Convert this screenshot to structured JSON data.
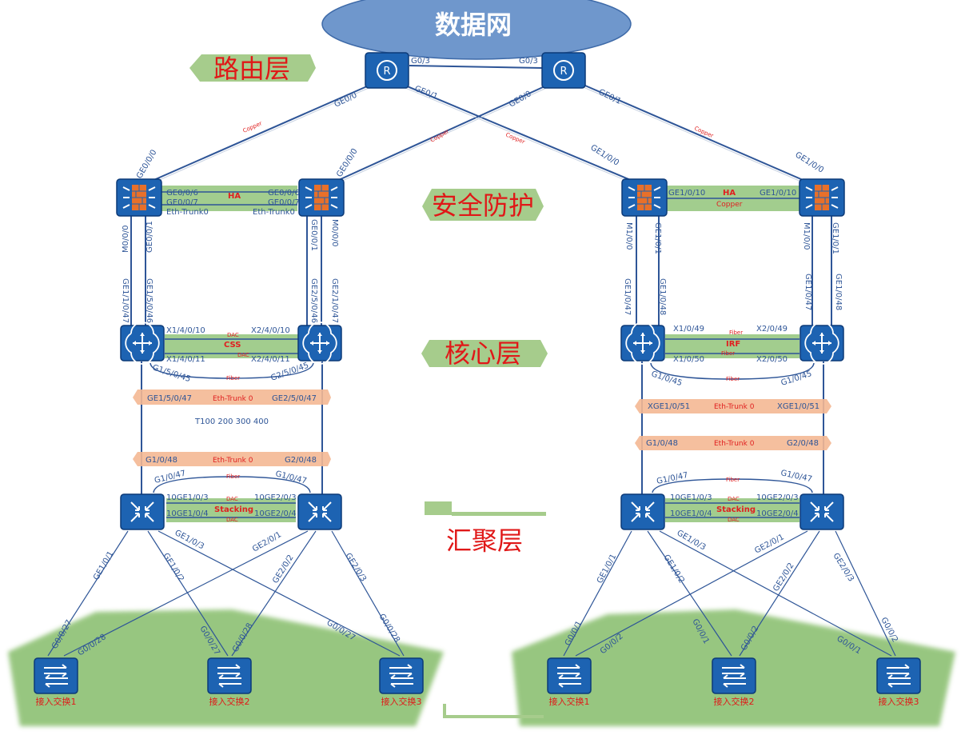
{
  "title": "数据网",
  "layers": {
    "routing": "路由层",
    "security": "安全防护",
    "core": "核心层",
    "aggregation": "汇聚层"
  },
  "colors": {
    "cloud": "#6f97cc",
    "device": "#1d63b2",
    "device_border": "#0c3a78",
    "link": "#2e5597",
    "band_green": "#92c47a",
    "band_orange": "#f4b894",
    "zone_green": "#86bd6a",
    "red": "#e02020",
    "firewall": "#e8702a"
  },
  "routers": {
    "left": {
      "p1": "G0/3",
      "p2": "GE0/0",
      "p3": "GE0/1"
    },
    "right": {
      "p1": "G0/3",
      "p2": "GE0/0",
      "p3": "GE0/1"
    }
  },
  "cable": {
    "copper": "Copper",
    "fiber": "Fiber",
    "dac": "DAC"
  },
  "left": {
    "fw": {
      "up_l": "GE0/0/0",
      "up_r": "GE0/0/0",
      "ha_tl": "GE0/0/6",
      "ha_tr": "GE0/0/6",
      "ha_bl": "GE0/0/7",
      "ha_br": "GE0/0/7",
      "ha_label": "HA",
      "trunk_l": "Eth-Trunk0",
      "trunk_r": "Eth-Trunk0",
      "down_l1": "M0/0/0",
      "down_l2": "GE0/0/1",
      "down_r1": "GE0/0/1",
      "down_r2": "M0/0/0"
    },
    "core": {
      "up_l1": "GE1/1/0/47",
      "up_l2": "GE1/5/0/46",
      "up_r1": "GE2/5/0/46",
      "up_r2": "GE2/1/0/47",
      "ct_l": "X1/4/0/10",
      "ct_r": "X2/4/0/10",
      "cb_l": "X1/4/0/11",
      "cb_r": "X2/4/0/11",
      "css": "CSS",
      "g_l": "G1/5/0/45",
      "g_r": "G2/5/0/45",
      "band1_l": "GE1/5/0/47",
      "band1_m": "Eth-Trunk 0",
      "band1_r": "GE2/5/0/47",
      "vlans": "T100 200 300 400",
      "band2_l": "G1/0/48",
      "band2_m": "Eth-Trunk 0",
      "band2_r": "G2/0/48"
    },
    "agg": {
      "g_l": "G1/0/47",
      "g_r": "G1/0/47",
      "t_l": "10GE1/0/3",
      "t_r": "10GE2/0/3",
      "b_l": "10GE1/0/4",
      "b_r": "10GE2/0/4",
      "stacking": "Stacking",
      "d1": "GE1/0/1",
      "d2": "GE1/0/2",
      "d3": "GE1/0/3",
      "d4": "GE2/0/1",
      "d5": "GE2/0/2",
      "d6": "GE2/0/3"
    },
    "access": {
      "a1_p1": "G0/0/27",
      "a1_p2": "G0/0/28",
      "a2_p1": "G0/0/27",
      "a2_p2": "G0/0/28",
      "a3_p1": "G0/0/27",
      "a3_p2": "G0/0/28",
      "names": [
        "接入交换1",
        "接入交换2",
        "接入交换3"
      ]
    }
  },
  "right": {
    "fw": {
      "up_l": "GE1/0/0",
      "up_r": "GE1/0/0",
      "ha_l": "GE1/0/10",
      "ha_r": "GE1/0/10",
      "ha_label": "HA",
      "down_l1": "M1/0/0",
      "down_l2": "GE1/0/1",
      "down_r1": "M1/0/0",
      "down_r2": "GE1/0/1"
    },
    "core": {
      "up_l1": "GE1/0/47",
      "up_l2": "GE1/0/48",
      "up_r1": "GE1/0/47",
      "up_r2": "GE1/0/48",
      "ct_l": "X1/0/49",
      "ct_r": "X2/0/49",
      "cb_l": "X1/0/50",
      "cb_r": "X2/0/50",
      "irf": "IRF",
      "g_l": "G1/0/45",
      "g_r": "G1/0/45",
      "band1_l": "XGE1/0/51",
      "band1_m": "Eth-Trunk 0",
      "band1_r": "XGE1/0/51",
      "band2_l": "G1/0/48",
      "band2_m": "Eth-Trunk 0",
      "band2_r": "G2/0/48"
    },
    "agg": {
      "g_l": "G1/0/47",
      "g_r": "G1/0/47",
      "t_l": "10GE1/0/3",
      "t_r": "10GE2/0/3",
      "b_l": "10GE1/0/4",
      "b_r": "10GE2/0/4",
      "stacking": "Stacking",
      "d1": "GE1/0/1",
      "d2": "GE1/0/2",
      "d3": "GE1/0/3",
      "d4": "GE2/0/1",
      "d5": "GE2/0/2",
      "d6": "GE2/0/3"
    },
    "access": {
      "a1_p1": "G0/0/1",
      "a1_p2": "G0/0/2",
      "a2_p1": "G0/0/1",
      "a2_p2": "G0/0/2",
      "a3_p1": "G0/0/1",
      "a3_p2": "G0/0/2",
      "names": [
        "接入交换1",
        "接入交换2",
        "接入交换3"
      ]
    }
  }
}
